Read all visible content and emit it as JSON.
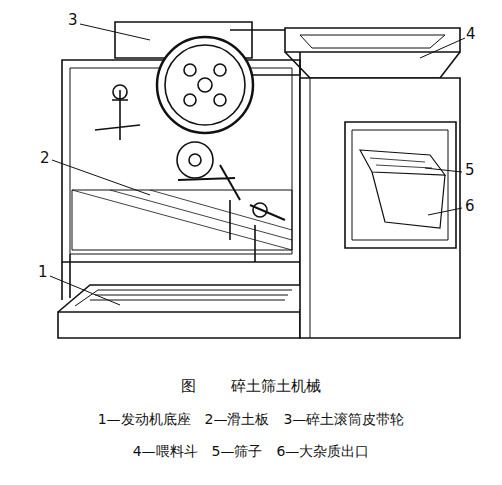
{
  "diagram": {
    "caption": "图 碎土筛土机械",
    "labels": [
      "3",
      "4",
      "2",
      "5",
      "6",
      "1",
      "1—发动机底座　2—滑土板　3—碎土滚筒皮带轮",
      "4—喂料斗　5—筛子　6—大杂质出口"
    ]
  }
}
